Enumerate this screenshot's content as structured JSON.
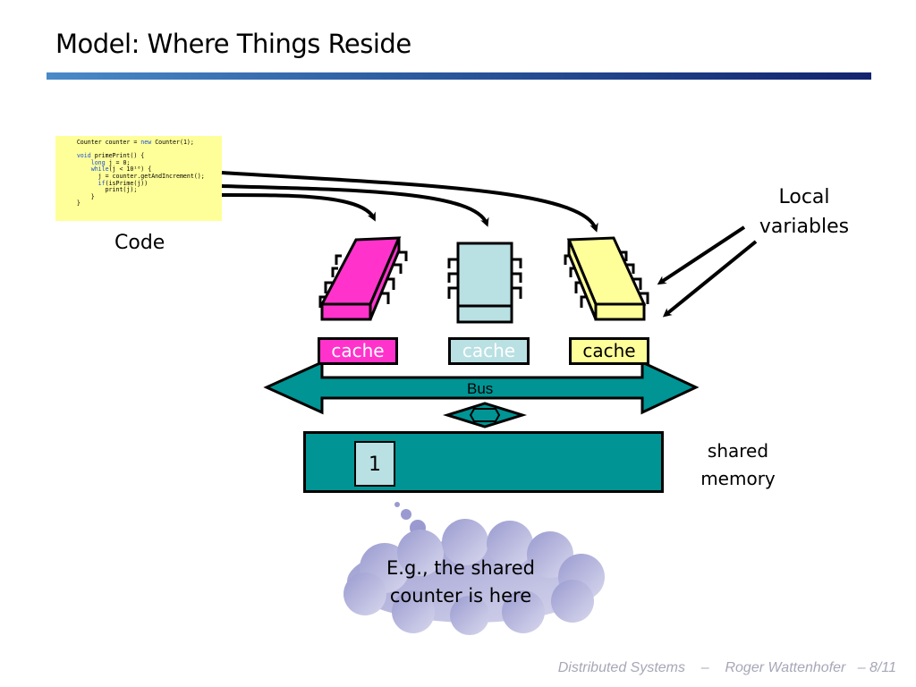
{
  "slide": {
    "title": "Model: Where Things Reside"
  },
  "code": {
    "label": "Code",
    "lines": [
      [
        {
          "t": "Counter counter = "
        },
        {
          "t": "new",
          "kw": true
        },
        {
          "t": " Counter(1);"
        }
      ],
      [],
      [
        {
          "t": "void",
          "kw": true
        },
        {
          "t": " primePrint() {"
        }
      ],
      [
        {
          "t": "    "
        },
        {
          "t": "long",
          "kw": true
        },
        {
          "t": " j = 0;"
        }
      ],
      [
        {
          "t": "    "
        },
        {
          "t": "while",
          "kw": true
        },
        {
          "t": "(j < 10¹⁰) {"
        }
      ],
      [
        {
          "t": "      j = counter.getAndIncrement();"
        }
      ],
      [
        {
          "t": "      "
        },
        {
          "t": "if",
          "kw": true
        },
        {
          "t": "(isPrime(j))"
        }
      ],
      [
        {
          "t": "        print(j);"
        }
      ],
      [
        {
          "t": "    }"
        }
      ],
      [
        {
          "t": "}"
        }
      ]
    ]
  },
  "labels": {
    "local_variables": "Local variables",
    "bus": "Bus",
    "shared_memory": "shared memory"
  },
  "processors": [
    {
      "cache_label": "cache",
      "color": "#ff33cc",
      "text_color": "#ffffff"
    },
    {
      "cache_label": "cache",
      "color": "#b9e0e3",
      "text_color": "#ffffff"
    },
    {
      "cache_label": "cache",
      "color": "#ffff99",
      "text_color": "#000000"
    }
  ],
  "memory": {
    "cell_value": "1",
    "color": "#009494"
  },
  "callout": {
    "text": "E.g., the shared counter is here",
    "color": "#aaaad8"
  },
  "footer": {
    "course": "Distributed Systems",
    "separator": "–",
    "author": "Roger Wattenhofer",
    "page": "– 8/11"
  }
}
